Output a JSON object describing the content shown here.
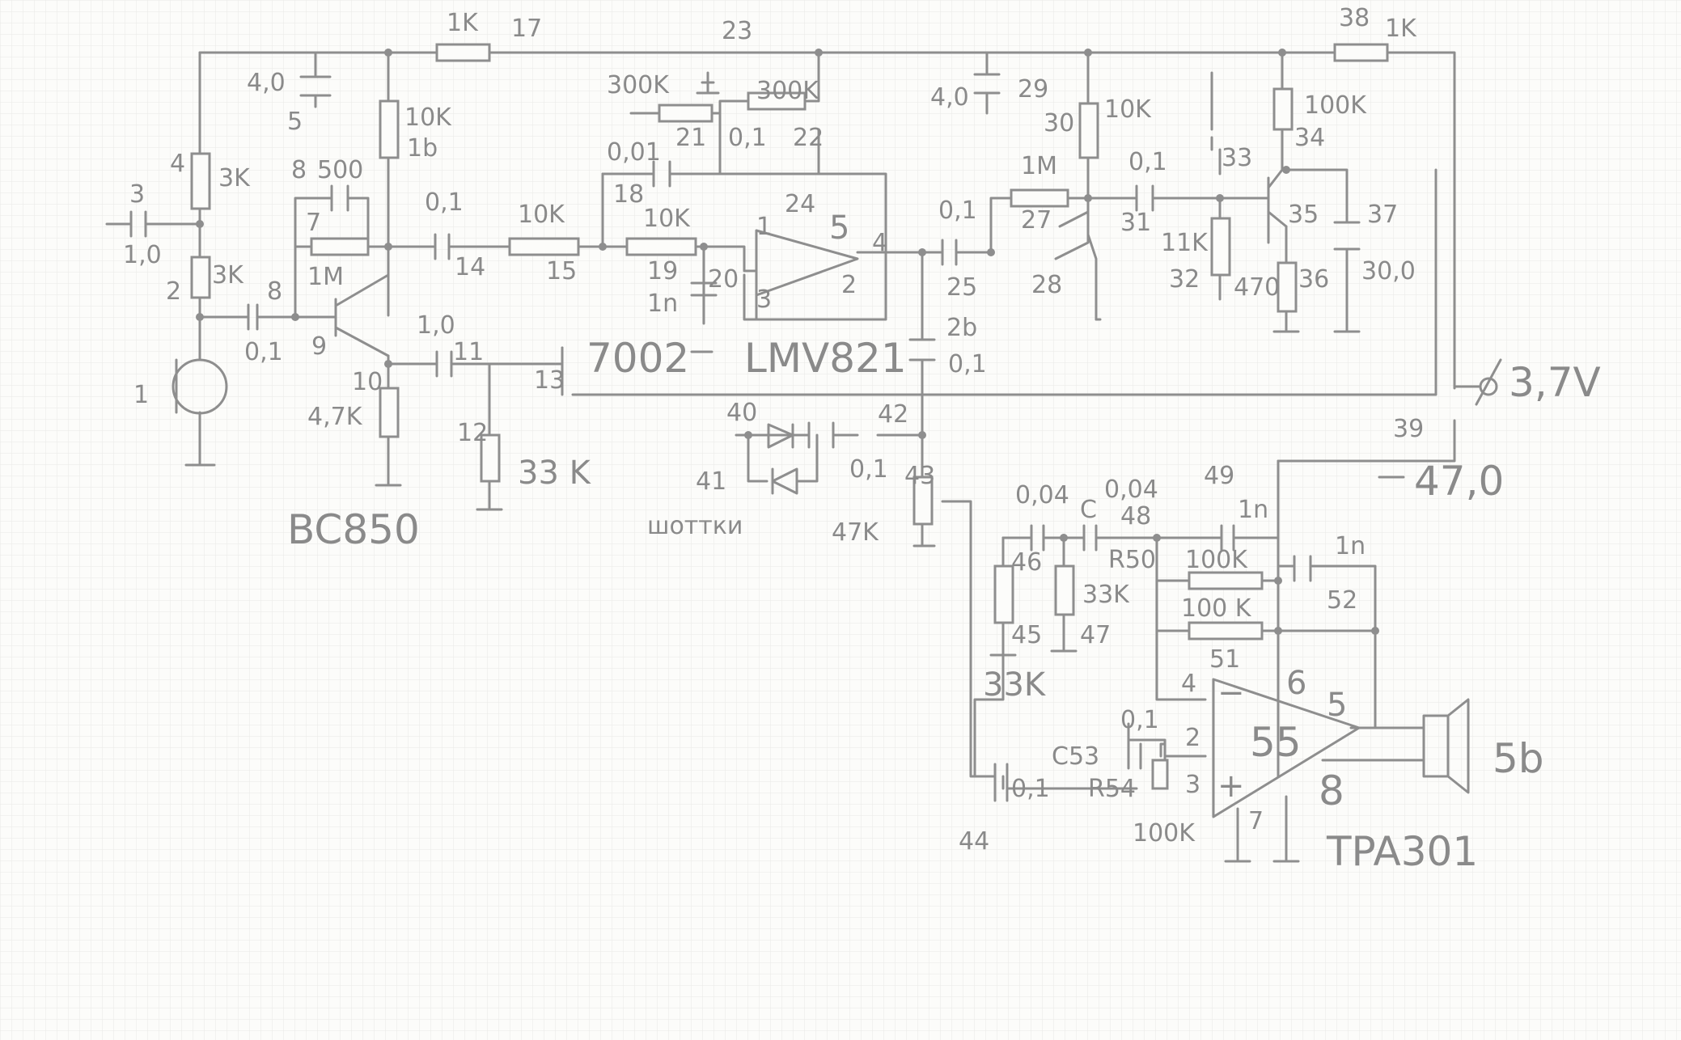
{
  "labels": {
    "l_1k_top": "1K",
    "l_17": "17",
    "l_23": "23",
    "l_38": "38",
    "l_1k_right": "1K",
    "l_4_0_a": "4,0",
    "l_5": "5",
    "l_10k_a": "10K",
    "l_16": "1b",
    "l_4": "4",
    "l_3k_a": "3K",
    "l_8a": "8",
    "l_500": "500",
    "l_3": "3",
    "l_1_0_a": "1,0",
    "l_2": "2",
    "l_3k_b": "3K",
    "l_8b": "8",
    "l_0_1_a": "0,1",
    "l_7": "7",
    "l_1m_a": "1M",
    "l_9": "9",
    "l_1": "1",
    "l_10": "10",
    "l_4_7k": "4,7K",
    "l_bc850": "BC850",
    "l_0_1_b": "0,1",
    "l_14": "14",
    "l_10k_b": "10K",
    "l_15": "15",
    "l_1_0_b": "1,0",
    "l_11": "11",
    "l_12": "12",
    "l_33k_a": "33 K",
    "l_13": "13",
    "l_7002": "7002",
    "l_300k_a": "300K",
    "l_300k_b": "300K",
    "l_21": "21",
    "l_0_1_c": "0,1",
    "l_22": "22",
    "l_0_01": "0,01",
    "l_18": "18",
    "l_10k_c": "10K",
    "l_19": "19",
    "l_1n_a": "1n",
    "l_20": "20",
    "l_24": "24",
    "l_5_op": "5",
    "l_pin1": "1",
    "l_pin3": "3",
    "l_pin2": "2",
    "l_pin4": "4",
    "l_lmv821": "LMV821",
    "l_0_1_d": "0,1",
    "l_25": "25",
    "l_26": "2b",
    "l_0_1_e": "0,1",
    "l_4_0_b": "4,0",
    "l_29": "29",
    "l_30": "30",
    "l_10k_d": "10K",
    "l_1m_b": "1M",
    "l_27": "27",
    "l_28": "28",
    "l_0_1_f": "0,1",
    "l_31": "31",
    "l_33": "33",
    "l_100k_a": "100K",
    "l_34": "34",
    "l_11k": "11K",
    "l_32": "32",
    "l_35": "35",
    "l_37": "37",
    "l_470": "470",
    "l_36": "36",
    "l_30_0": "30,0",
    "l_3_7v": "3,7V",
    "l_39": "39",
    "l_47_0": "47,0",
    "l_40": "40",
    "l_41": "41",
    "l_schottky": "шоттки",
    "l_0_1_g": "0,1",
    "l_42": "42",
    "l_43": "43",
    "l_47k": "47K",
    "l_0_04_a": "0,04",
    "l_c": "C",
    "l_0_04_b": "0,04",
    "l_48": "48",
    "l_49": "49",
    "l_1n_b": "1n",
    "l_46": "46",
    "l_r50": "R50",
    "l_100k_b": "100K",
    "l_1n_c": "1n",
    "l_33k_b": "33K",
    "l_100k_c": "100 K",
    "l_52": "52",
    "l_45": "45",
    "l_47": "47",
    "l_51": "51",
    "l_33k_c": "33K",
    "l_op_4": "4",
    "l_op_minus": "−",
    "l_6": "6",
    "l_5_b": "5",
    "l_0_1_h": "0,1",
    "l_c53": "C53",
    "l_op_2": "2",
    "l_55": "55",
    "l_0_1_i": "0,1",
    "l_r54": "R54",
    "l_op_3": "3",
    "l_op_plus": "+",
    "l_8_b": "8",
    "l_44": "44",
    "l_100k_d": "100K",
    "l_op_7": "7",
    "l_tpa301": "TPA301",
    "l_56": "5b"
  }
}
